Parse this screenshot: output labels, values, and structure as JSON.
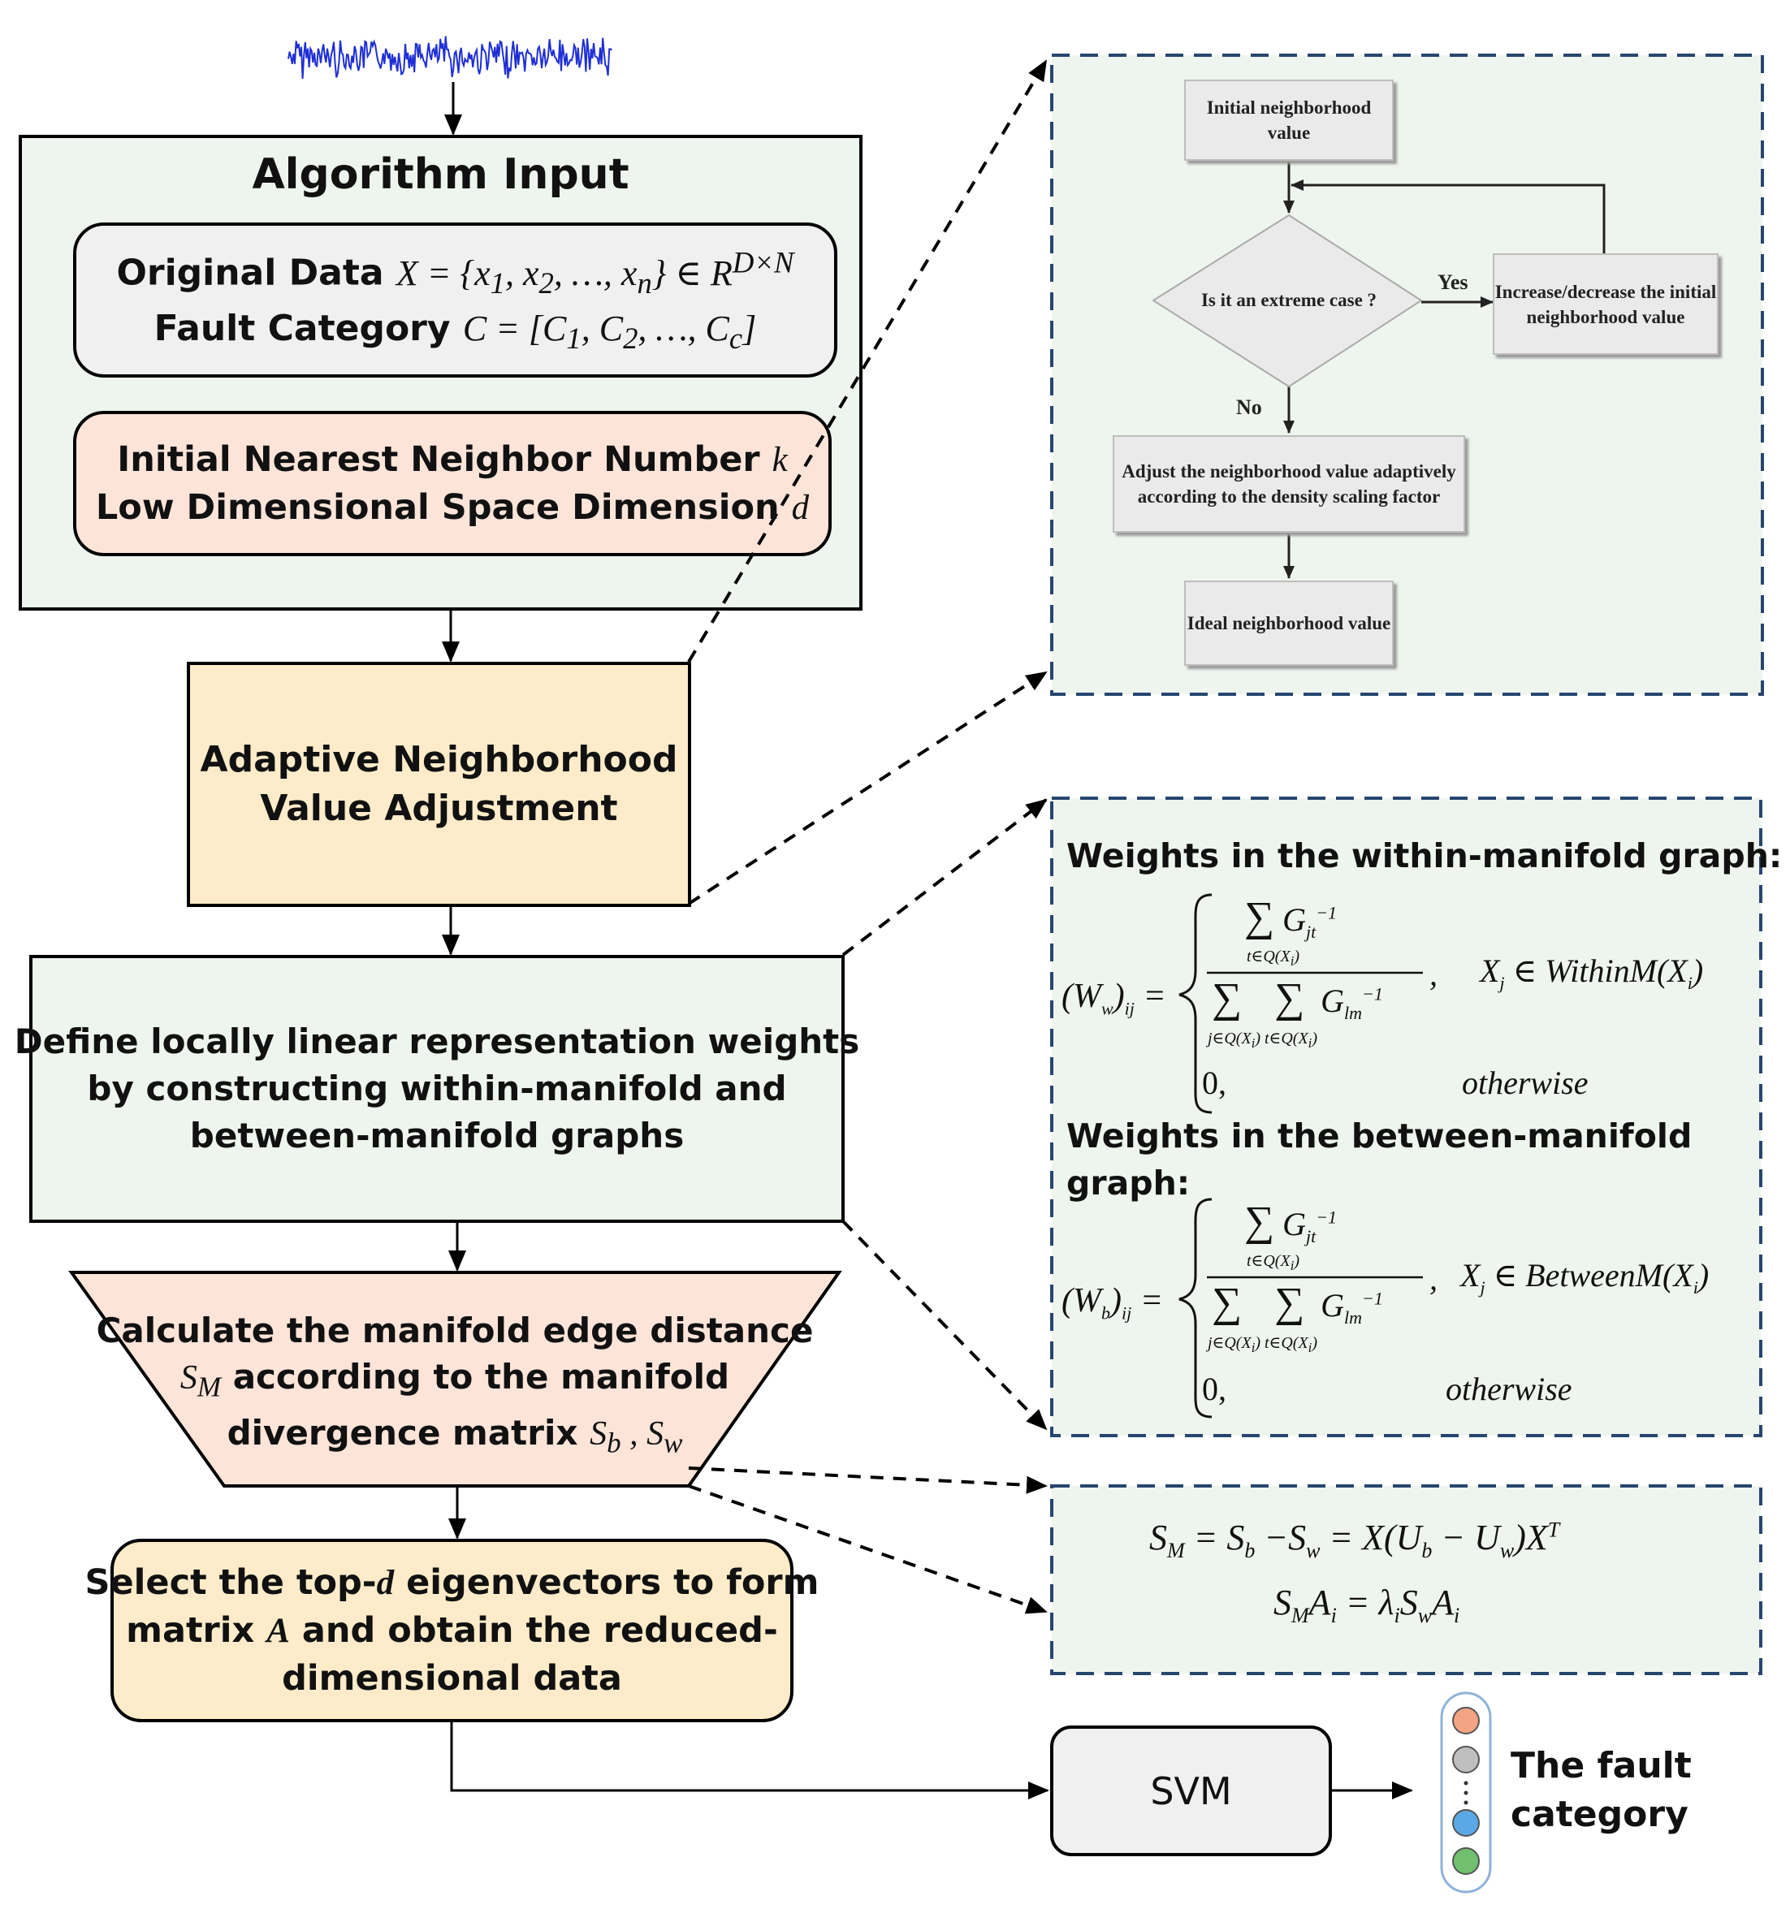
{
  "colors": {
    "signal": "#1f2fd6",
    "input_panel": "#eef5ee",
    "data_box": "#f0f0f0",
    "param_box": "#fde4d8",
    "adaptive_box": "#fdebc9",
    "define_box": "#eef5ee",
    "trapezoid": "#fde4d8",
    "select_box": "#fdebc9",
    "dashed_border": "#27466e",
    "svm_box": "#f0f0f0",
    "dot_orange": "#f4a482",
    "dot_gray": "#bfbfbf",
    "dot_blue": "#5aa9e6",
    "dot_green": "#70c070"
  },
  "left": {
    "algorithm_input": {
      "title": "Algorithm Input",
      "data_line1_text": "Original Data",
      "data_line1_math": "X = {x₁, x₂, …, xₙ} ∈ R^(D×N)",
      "data_line2_text": "Fault Category",
      "data_line2_math": "C = [C₁, C₂, …, C_c]",
      "param_line1_text": "Initial Nearest Neighbor Number",
      "param_line1_math": "k",
      "param_line2_text": "Low Dimensional Space Dimension",
      "param_line2_math": "d"
    },
    "adaptive": {
      "line1": "Adaptive Neighborhood",
      "line2": "Value Adjustment"
    },
    "define": {
      "line1": "Define locally linear representation weights",
      "line2": "by constructing within-manifold and",
      "line3": "between-manifold graphs"
    },
    "calc": {
      "line1": "Calculate the manifold edge distance",
      "line2_math": "S_M",
      "line2_text": "according to the manifold",
      "line3_text": "divergence matrix",
      "line3_math": "S_b , S_w"
    },
    "select": {
      "line1_a": "Select the top-",
      "line1_math": "d",
      "line1_b": "eigenvectors to form",
      "line2_a": "matrix",
      "line2_math": "A",
      "line2_b": "and obtain the reduced-",
      "line3": "dimensional data"
    }
  },
  "flowchart": {
    "initial": "Initial neighborhood value",
    "decision": "Is it an extreme case ?",
    "yes_label": "Yes",
    "increase": "Increase/decrease the initial neighborhood value",
    "no_label": "No",
    "adjust": "Adjust the neighborhood value adaptively according to the density scaling factor",
    "ideal": "Ideal neighborhood value"
  },
  "weights": {
    "within_title": "Weights in the within-manifold graph:",
    "between_title_line1": "Weights in the between-manifold",
    "between_title_line2": "graph:",
    "within_lhs": "(W_w)_ij =",
    "between_lhs": "(W_b)_ij =",
    "numerator": "Σ_{t∈Q(X_i)} G_jt^-1",
    "denominator": "Σ_{j∈Q(X_i)} Σ_{t∈Q(X_i)} G_lm^-1",
    "within_condition": "X_j ∈ WithinM(X_i)",
    "between_condition": "X_j ∈ BetweenM(X_i)",
    "zero_case": "0,",
    "otherwise": "otherwise"
  },
  "formulas": {
    "line1": "S_M = S_b − S_w = X(U_b − U_w)X^T",
    "line2": "S_M A_i = λ_i S_w A_i"
  },
  "svm": {
    "label": "SVM"
  },
  "output": {
    "line1": "The fault",
    "line2": "category"
  }
}
